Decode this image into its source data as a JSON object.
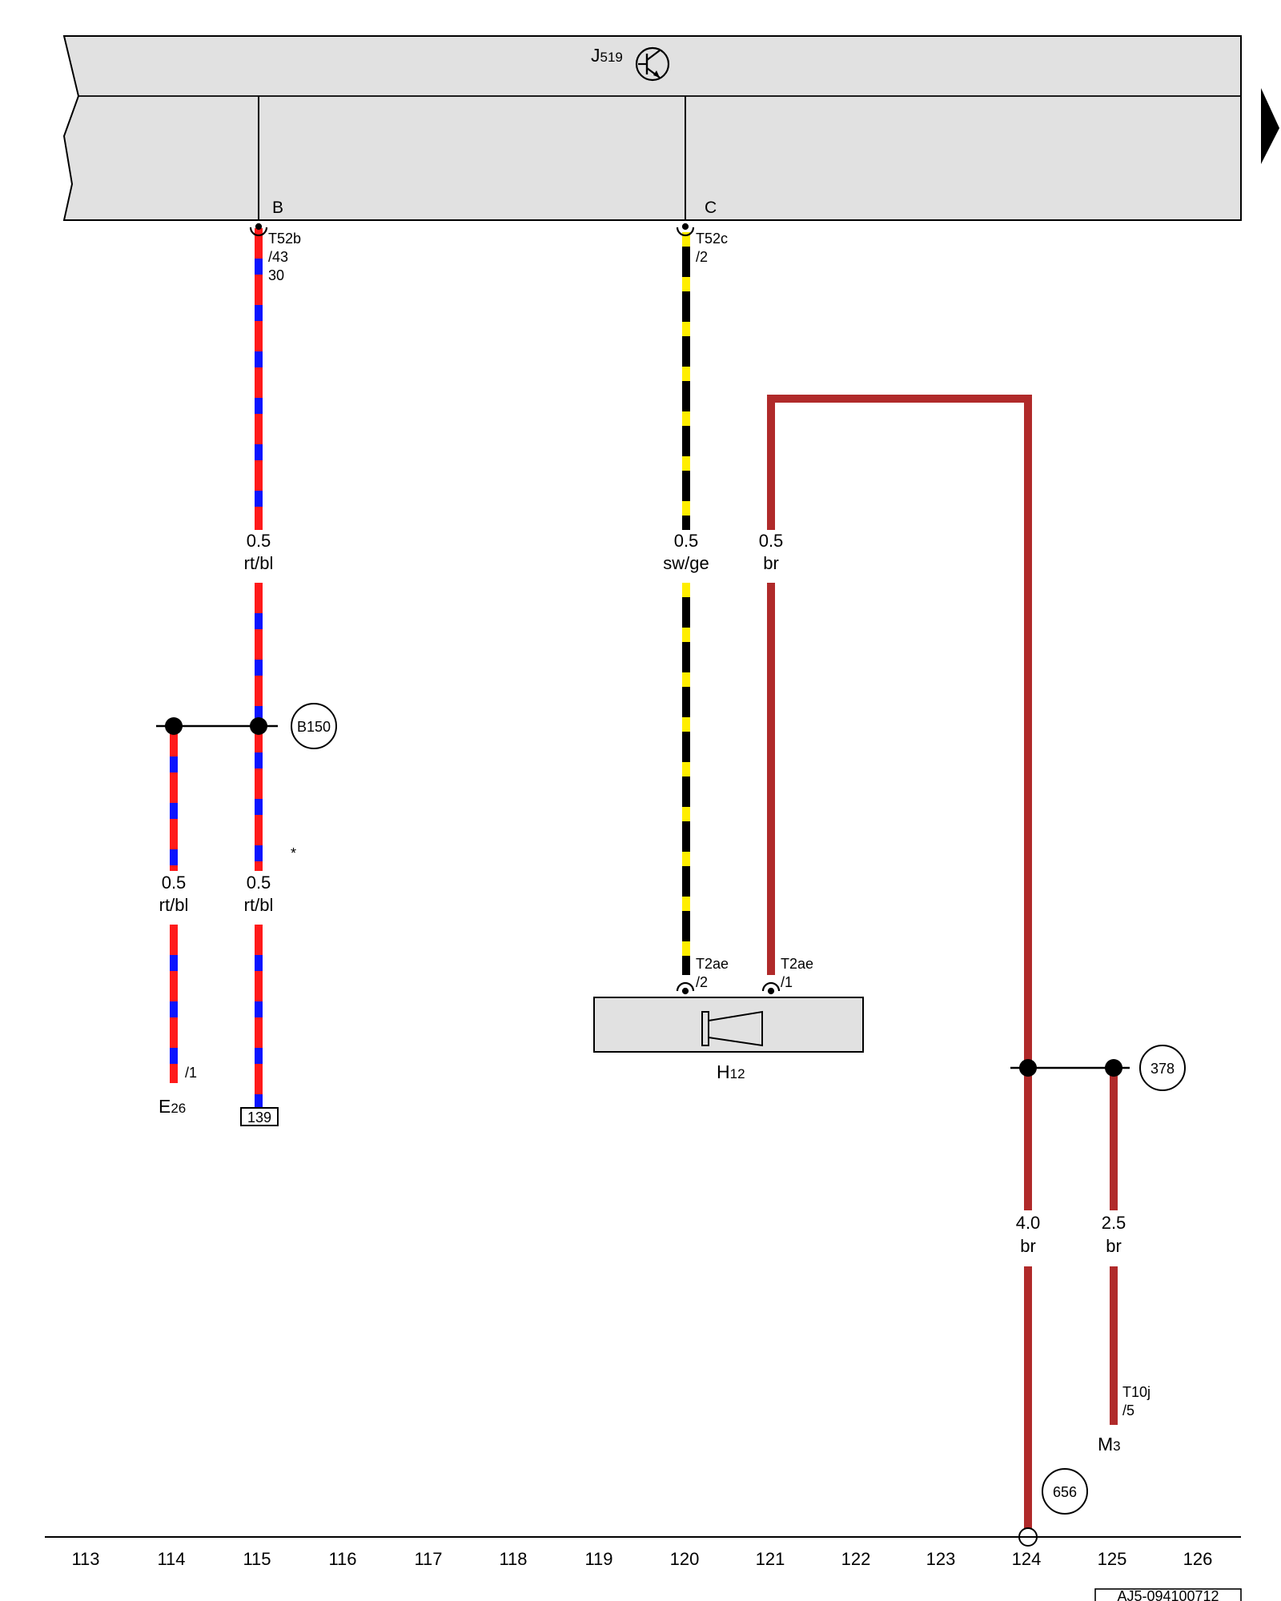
{
  "control_unit": {
    "name": "J",
    "sub": "519"
  },
  "pins": {
    "left": "B",
    "right": "C"
  },
  "connectors": {
    "t52b": [
      "T52b",
      "/43",
      "30"
    ],
    "t52c": [
      "T52c",
      "/2"
    ],
    "t2ae_2": [
      "T2ae",
      "/2"
    ],
    "t2ae_1": [
      "T2ae",
      "/1"
    ],
    "t10j": [
      "T10j",
      "/5"
    ],
    "e26_pin": "/1"
  },
  "wires": {
    "w115_top": {
      "gauge": "0.5",
      "color": "rt/bl"
    },
    "w115_bot": {
      "gauge": "0.5",
      "color": "rt/bl"
    },
    "w114": {
      "gauge": "0.5",
      "color": "rt/bl"
    },
    "w120": {
      "gauge": "0.5",
      "color": "sw/ge"
    },
    "w121": {
      "gauge": "0.5",
      "color": "br"
    },
    "w124": {
      "gauge": "4.0",
      "color": "br"
    },
    "w125": {
      "gauge": "2.5",
      "color": "br"
    }
  },
  "components": {
    "e26": {
      "name": "E",
      "sub": "26"
    },
    "h12": {
      "name": "H",
      "sub": "12"
    },
    "m3": {
      "name": "M",
      "sub": "3"
    }
  },
  "references": {
    "b150": "B150",
    "r378": "378",
    "r656": "656",
    "box139": "139",
    "asterisk": "*"
  },
  "grid_numbers": [
    "113",
    "114",
    "115",
    "116",
    "117",
    "118",
    "119",
    "120",
    "121",
    "122",
    "123",
    "124",
    "125",
    "126"
  ],
  "doc_code": "AJ5-094100712",
  "colors": {
    "red": "#ff1a1a",
    "blue": "#0a14ff",
    "yellow": "#ffee00",
    "black": "#000000",
    "brown": "#b02a2a",
    "panel": "#e1e1e1"
  }
}
